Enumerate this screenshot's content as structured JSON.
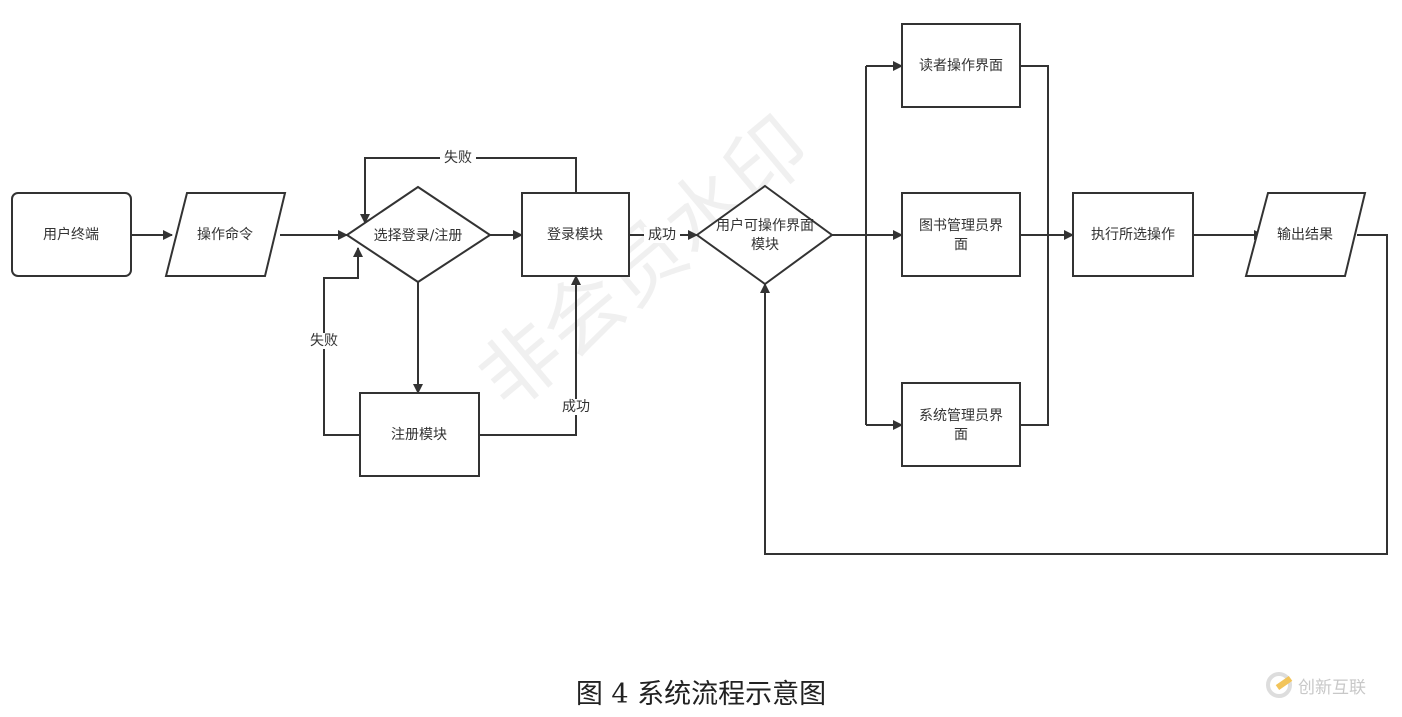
{
  "nodes": {
    "user_terminal": "用户终端",
    "operation_command": "操作命令",
    "choose_login_register": "选择登录/注册",
    "login_module": "登录模块",
    "register_module": "注册模块",
    "user_interface_module_1": "用户可操作界面",
    "user_interface_module_2": "模块",
    "reader_interface": "读者操作界面",
    "librarian_interface_1": "图书管理员界",
    "librarian_interface_2": "面",
    "sysadmin_interface_1": "系统管理员界",
    "sysadmin_interface_2": "面",
    "execute_operation": "执行所选操作",
    "output_result": "输出结果"
  },
  "edge_labels": {
    "login_fail": "失败",
    "register_fail": "失败",
    "register_success": "成功",
    "login_success": "成功"
  },
  "caption": "图 4  系统流程示意图",
  "watermark": "非会员水印",
  "logo": "创新互联"
}
